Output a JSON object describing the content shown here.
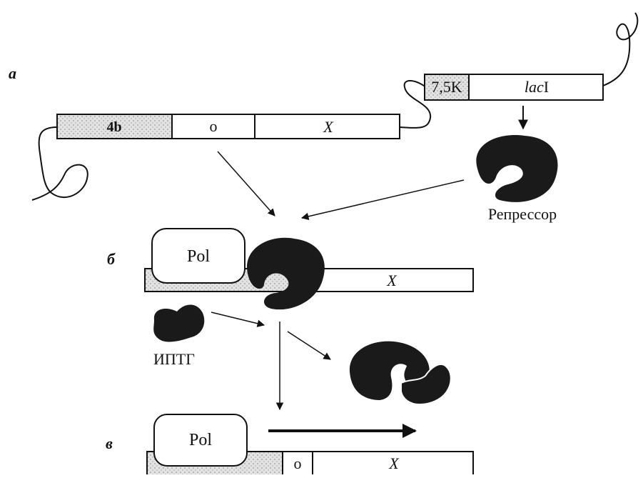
{
  "panels": {
    "a": "а",
    "b": "б",
    "c": "в"
  },
  "construct_a": {
    "promoter": "4b",
    "operator": "o",
    "gene": "X"
  },
  "construct_lacI": {
    "promoter": "7,5K",
    "gene_prefix": "lac",
    "gene_suffix": "I"
  },
  "repressor_label": "Репрессор",
  "pol_label": "Pol",
  "gene_b": "X",
  "inducer_label": "ИПТГ",
  "construct_c": {
    "operator": "o",
    "gene": "X"
  },
  "colors": {
    "protein": "#1a1a1a",
    "promoter_fill": "#d4d4d4",
    "line": "#111111"
  }
}
